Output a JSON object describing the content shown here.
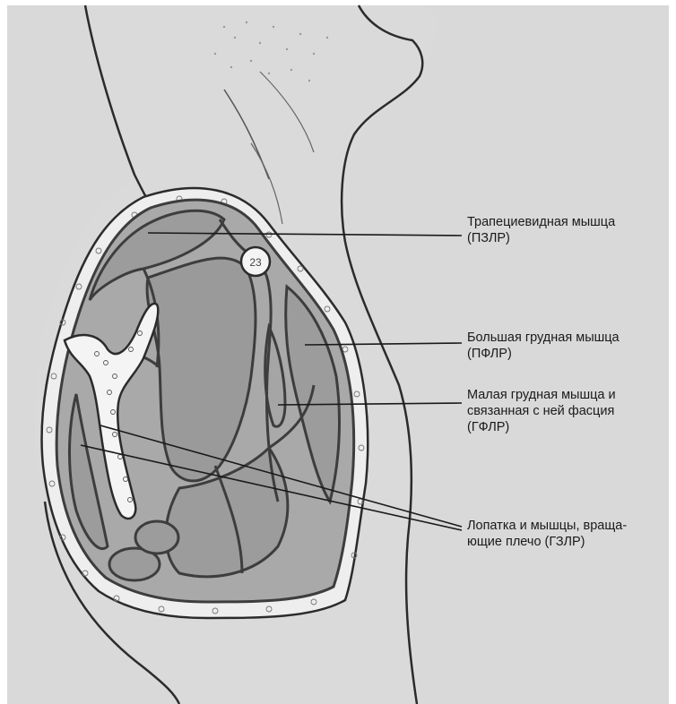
{
  "colors": {
    "background": "#d9d9d9",
    "body_outline": "#2b2b2b",
    "muscle_fill": "#a9a9a9",
    "muscle_dark": "#8a8a8a",
    "fascia_line": "#3d3d3d",
    "bone_fill": "#f4f4f4",
    "skin_fill": "#eeeeee"
  },
  "labels": {
    "trapezius": [
      "Трапециевидная мышца",
      "(ПЗЛР)"
    ],
    "pectoralis_major": [
      "Большая грудная мышца",
      "(ПФЛР)"
    ],
    "pectoralis_minor": [
      "Малая грудная мышца и",
      "связанная с ней фасция",
      "(ГФЛР)"
    ],
    "scapula": [
      "Лопатка и мышцы, враща-",
      "ющие плечо (ГЗЛР)"
    ]
  },
  "bone_text": "23"
}
